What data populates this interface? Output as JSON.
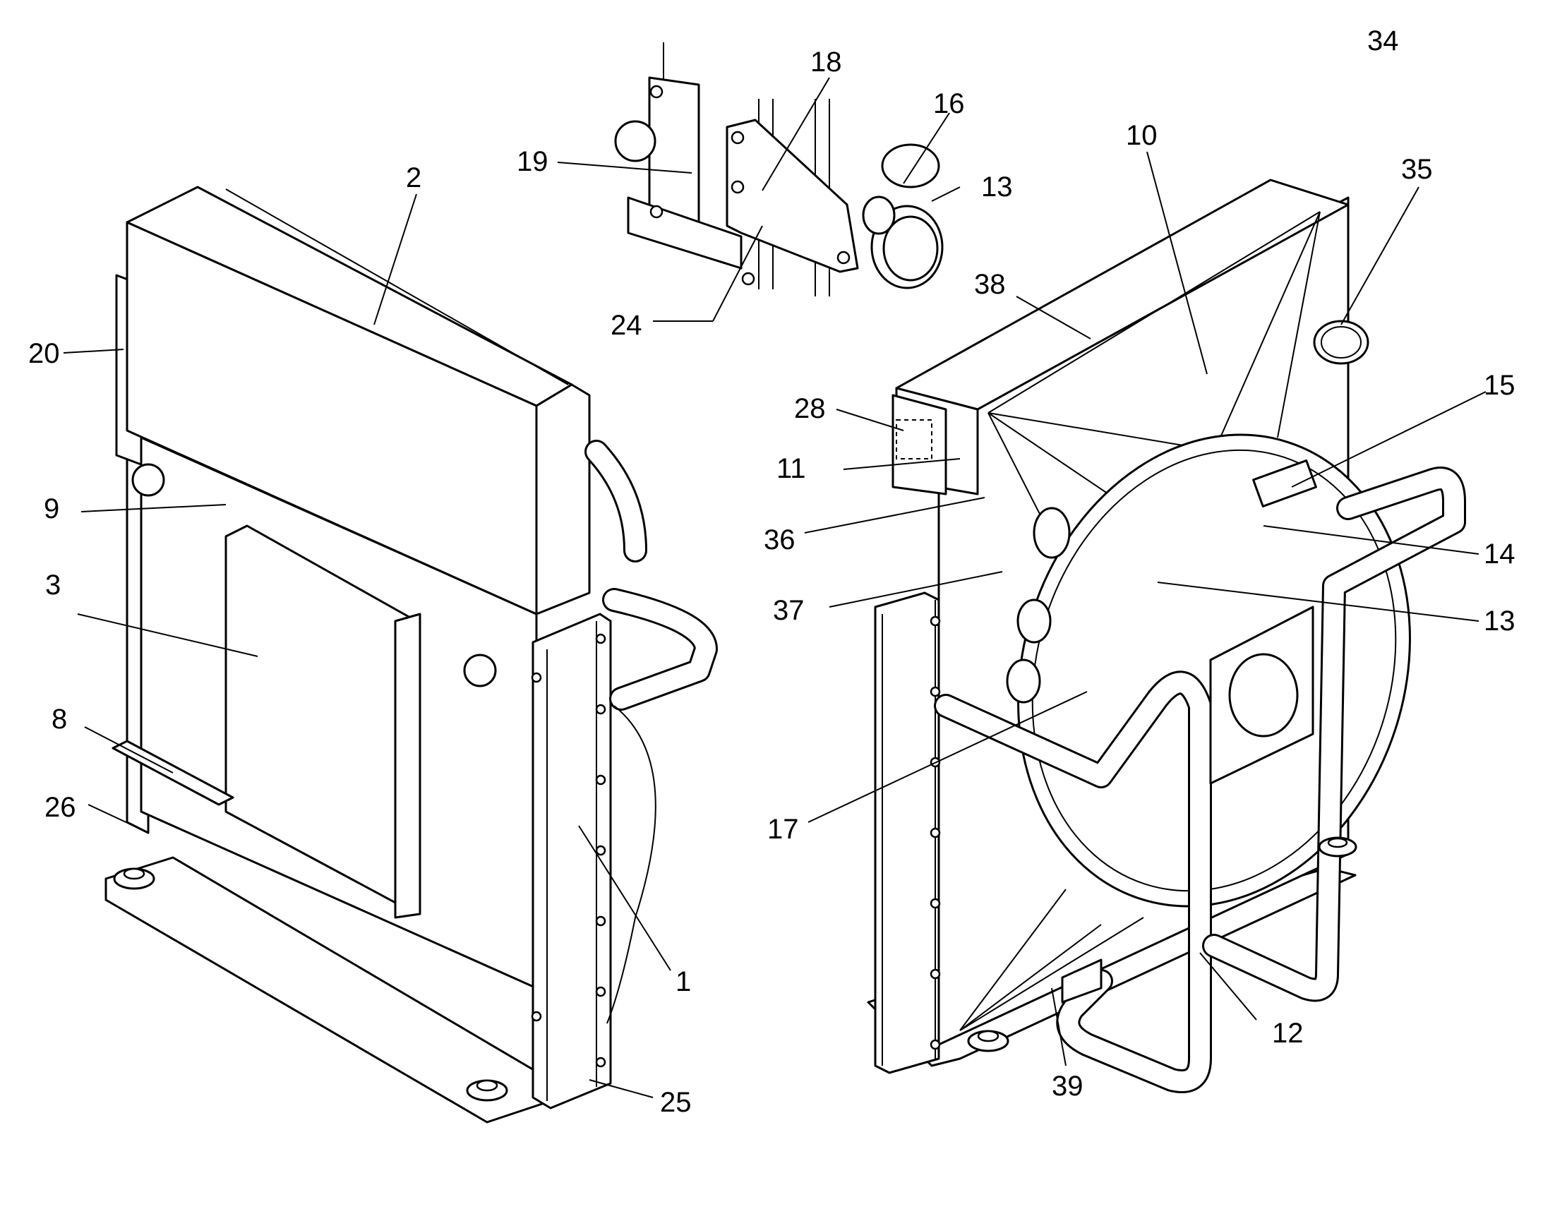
{
  "sheet": {
    "number": "34"
  },
  "callouts": [
    {
      "id": "c1",
      "label": "1"
    },
    {
      "id": "c2",
      "label": "2"
    },
    {
      "id": "c3",
      "label": "3"
    },
    {
      "id": "c8",
      "label": "8"
    },
    {
      "id": "c9",
      "label": "9"
    },
    {
      "id": "c10",
      "label": "10"
    },
    {
      "id": "c11",
      "label": "11"
    },
    {
      "id": "c12",
      "label": "12"
    },
    {
      "id": "c13a",
      "label": "13"
    },
    {
      "id": "c13b",
      "label": "13"
    },
    {
      "id": "c14",
      "label": "14"
    },
    {
      "id": "c15",
      "label": "15"
    },
    {
      "id": "c16",
      "label": "16"
    },
    {
      "id": "c17",
      "label": "17"
    },
    {
      "id": "c18",
      "label": "18"
    },
    {
      "id": "c19",
      "label": "19"
    },
    {
      "id": "c20",
      "label": "20"
    },
    {
      "id": "c24",
      "label": "24"
    },
    {
      "id": "c25",
      "label": "25"
    },
    {
      "id": "c26",
      "label": "26"
    },
    {
      "id": "c28",
      "label": "28"
    },
    {
      "id": "c35",
      "label": "35"
    },
    {
      "id": "c36",
      "label": "36"
    },
    {
      "id": "c37",
      "label": "37"
    },
    {
      "id": "c38",
      "label": "38"
    },
    {
      "id": "c39",
      "label": "39"
    }
  ]
}
